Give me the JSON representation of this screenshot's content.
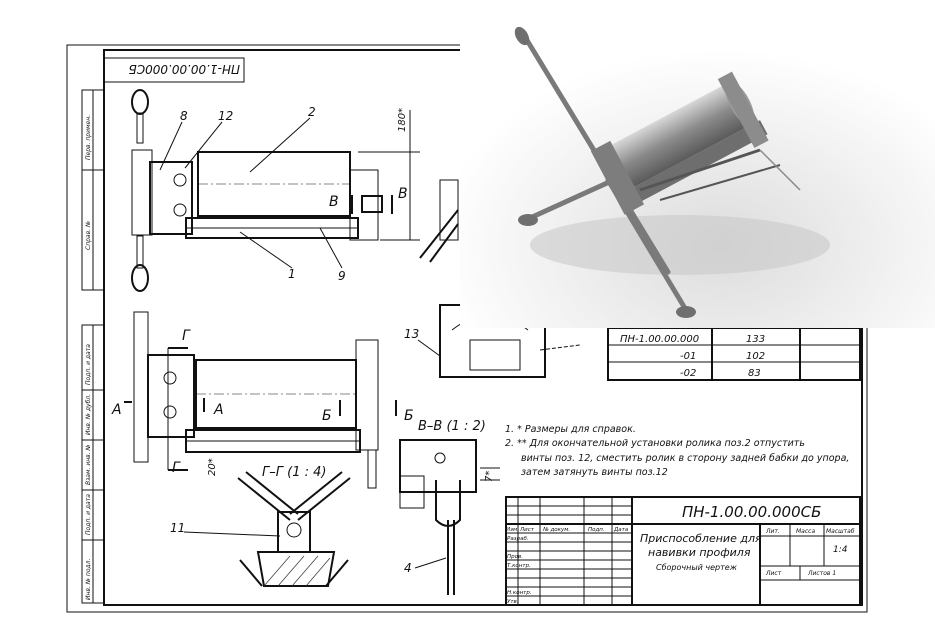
{
  "sheet": {
    "rotated_code": "ПН-1.00.00.000СБ",
    "side_labels": [
      "Перв. примен.",
      "Справ. №",
      "Подп. и дата",
      "Инв. № дубл.",
      "Взам. инв. №",
      "Подп. и дата",
      "Инв. № подл."
    ]
  },
  "callouts": [
    "8",
    "12",
    "2",
    "1",
    "9",
    "13",
    "11",
    "4"
  ],
  "dimensions": {
    "d180": "180*",
    "d20": "20*",
    "d7": "7*"
  },
  "sections": {
    "b_letter": "В",
    "g_letter": "Г",
    "a_letter": "А",
    "bb_letter": "Б",
    "vv_title": "В–В (1 : 2)",
    "gg_title": "Г–Г (1 : 4)"
  },
  "variants_table": {
    "rows": [
      {
        "code": "ПН-1.00.00.000",
        "value": "133"
      },
      {
        "code": "-01",
        "value": "102"
      },
      {
        "code": "-02",
        "value": "83"
      }
    ]
  },
  "notes": [
    "1.   * Размеры для справок.",
    "2.   ** Для окончательной установки ролика поз.2 отпустить",
    "винты поз. 12, сместить ролик в сторону задней бабки до упора,",
    "затем затянуть винты поз.12"
  ],
  "title_block": {
    "code": "ПН-1.00.00.000СБ",
    "name_line1": "Приспособление для",
    "name_line2": "навивки профиля",
    "doc_type": "Сборочный чертеж",
    "col_headers": [
      "Изм.",
      "Лист",
      "№ докум.",
      "Подп.",
      "Дата"
    ],
    "row_labels": [
      "Разраб.",
      "Пров.",
      "Т.контр.",
      "",
      "Н.контр.",
      "Утв."
    ],
    "lit_header": "Лит.",
    "mass_header": "Масса",
    "scale_header": "Масштаб",
    "scale_value": "1:4",
    "sheet_label": "Лист",
    "sheets_label": "Листов 1"
  }
}
